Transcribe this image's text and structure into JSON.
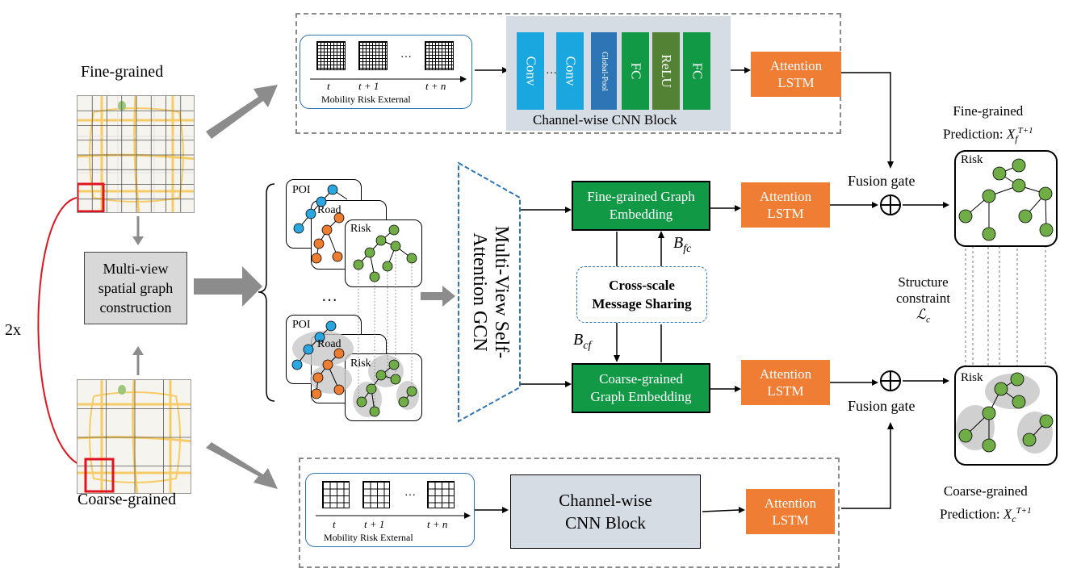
{
  "labels": {
    "fine_grained": "Fine-grained",
    "coarse_grained": "Coarse-grained",
    "scale": "2x",
    "multiview_construction": "Multi-view spatial graph construction",
    "ellipsis": "…",
    "mvsgcn": "Multi-View Self-Attention GCN",
    "cross_scale": "Cross-scale Message Sharing",
    "b_fc": "B",
    "b_fc_sub": "fc",
    "b_cf": "B",
    "b_cf_sub": "cf",
    "fusion_gate_top": "Fusion gate",
    "fusion_gate_bottom": "Fusion gate",
    "structure_constraint_1": "Structure",
    "structure_constraint_2": "constraint",
    "structure_constraint_sym": "ℒ",
    "structure_constraint_sub": "c",
    "fine_pred_1": "Fine-grained",
    "fine_pred_2": "Prediction:",
    "fine_pred_var": "X",
    "fine_pred_sub": "f",
    "fine_pred_sup": "T+1",
    "coarse_pred_1": "Coarse-grained",
    "coarse_pred_2": "Prediction:",
    "coarse_pred_var": "X",
    "coarse_pred_sub": "c",
    "coarse_pred_sup": "T+1",
    "risk": "Risk",
    "poi": "POI",
    "road": "Road"
  },
  "top_branch": {
    "time_labels": [
      "t",
      "t + 1",
      "t + n"
    ],
    "dots": "…",
    "caption": "Mobility Risk External",
    "cnn_blocks": [
      "Conv",
      "Conv",
      "Global-Pool",
      "FC",
      "ReLU",
      "FC"
    ],
    "cnn_dots": "…",
    "cnn_title": "Channel-wise CNN Block",
    "attention": "Attention LSTM"
  },
  "middle": {
    "fine_embed": "Fine-grained Graph Embedding",
    "coarse_embed": "Coarse-grained Graph Embedding",
    "attention_fine": "Attention LSTM",
    "attention_coarse": "Attention LSTM"
  },
  "bottom_branch": {
    "time_labels": [
      "t",
      "t + 1",
      "t + n"
    ],
    "dots": "…",
    "caption": "Mobility Risk External",
    "cnn_block": "Channel-wise CNN Block",
    "attention": "Attention LSTM"
  },
  "colors": {
    "orange": "#f07d34",
    "green": "#119946",
    "blue_conv": "#1aa7e0",
    "blue_pool": "#2e75b6",
    "relu": "#548235",
    "node_green": "#70ad47",
    "node_blue": "#2aa6e0",
    "node_orange": "#ed7d31"
  }
}
